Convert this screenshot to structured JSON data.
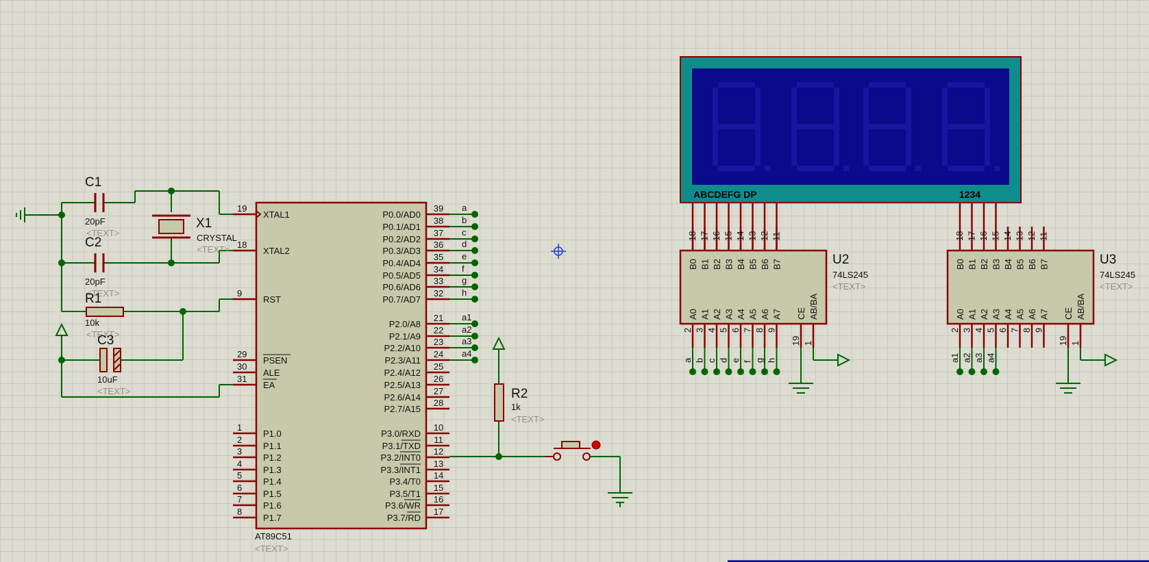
{
  "mcu": {
    "name": "AT89C51",
    "text_placeholder": "<TEXT>",
    "left_pins": [
      {
        "num": "19",
        "name": "XTAL1"
      },
      {
        "num": "18",
        "name": "XTAL2"
      },
      {
        "num": "9",
        "name": "RST"
      },
      {
        "num": "29",
        "name": "PSEN"
      },
      {
        "num": "30",
        "name": "ALE"
      },
      {
        "num": "31",
        "name": "EA"
      },
      {
        "num": "1",
        "name": "P1.0"
      },
      {
        "num": "2",
        "name": "P1.1"
      },
      {
        "num": "3",
        "name": "P1.2"
      },
      {
        "num": "4",
        "name": "P1.3"
      },
      {
        "num": "5",
        "name": "P1.4"
      },
      {
        "num": "6",
        "name": "P1.5"
      },
      {
        "num": "7",
        "name": "P1.6"
      },
      {
        "num": "8",
        "name": "P1.7"
      }
    ],
    "right_pins": [
      {
        "num": "39",
        "name": "P0.0/AD0",
        "net": "a"
      },
      {
        "num": "38",
        "name": "P0.1/AD1",
        "net": "b"
      },
      {
        "num": "37",
        "name": "P0.2/AD2",
        "net": "c"
      },
      {
        "num": "36",
        "name": "P0.3/AD3",
        "net": "d"
      },
      {
        "num": "35",
        "name": "P0.4/AD4",
        "net": "e"
      },
      {
        "num": "34",
        "name": "P0.5/AD5",
        "net": "f"
      },
      {
        "num": "33",
        "name": "P0.6/AD6",
        "net": "g"
      },
      {
        "num": "32",
        "name": "P0.7/AD7",
        "net": "h"
      },
      {
        "num": "21",
        "name": "P2.0/A8",
        "net": "a1"
      },
      {
        "num": "22",
        "name": "P2.1/A9",
        "net": "a2"
      },
      {
        "num": "23",
        "name": "P2.2/A10",
        "net": "a3"
      },
      {
        "num": "24",
        "name": "P2.3/A11",
        "net": "a4"
      },
      {
        "num": "25",
        "name": "P2.4/A12",
        "net": ""
      },
      {
        "num": "26",
        "name": "P2.5/A13",
        "net": ""
      },
      {
        "num": "27",
        "name": "P2.6/A14",
        "net": ""
      },
      {
        "num": "28",
        "name": "P2.7/A15",
        "net": ""
      },
      {
        "num": "10",
        "name": "P3.0/RXD",
        "net": ""
      },
      {
        "num": "11",
        "name": "P3.1/TXD",
        "net": ""
      },
      {
        "num": "12",
        "name": "P3.2/INT0",
        "net": ""
      },
      {
        "num": "13",
        "name": "P3.3/INT1",
        "net": ""
      },
      {
        "num": "14",
        "name": "P3.4/T0",
        "net": ""
      },
      {
        "num": "15",
        "name": "P3.5/T1",
        "net": ""
      },
      {
        "num": "16",
        "name": "P3.6/WR",
        "net": ""
      },
      {
        "num": "17",
        "name": "P3.7/RD",
        "net": ""
      }
    ]
  },
  "components": {
    "c1": {
      "ref": "C1",
      "value": "20pF",
      "text": "<TEXT>"
    },
    "c2": {
      "ref": "C2",
      "value": "20pF",
      "text": "<TEXT>"
    },
    "x1": {
      "ref": "X1",
      "value": "CRYSTAL",
      "text": "<TEXT>"
    },
    "r1": {
      "ref": "R1",
      "value": "10k",
      "text": "<TEXT>"
    },
    "c3": {
      "ref": "C3",
      "value": "10uF",
      "text": "<TEXT>"
    },
    "r2": {
      "ref": "R2",
      "value": "1k",
      "text": "<TEXT>"
    }
  },
  "buffers": [
    {
      "ref": "U2",
      "value": "74LS245",
      "text": "<TEXT>",
      "top_pins": [
        {
          "num": "18",
          "name": "B0"
        },
        {
          "num": "17",
          "name": "B1"
        },
        {
          "num": "16",
          "name": "B2"
        },
        {
          "num": "15",
          "name": "B3"
        },
        {
          "num": "14",
          "name": "B4"
        },
        {
          "num": "13",
          "name": "B5"
        },
        {
          "num": "12",
          "name": "B6"
        },
        {
          "num": "11",
          "name": "B7"
        }
      ],
      "bottom_pins": [
        {
          "num": "2",
          "name": "A0",
          "net": "a"
        },
        {
          "num": "3",
          "name": "A1",
          "net": "b"
        },
        {
          "num": "4",
          "name": "A2",
          "net": "c"
        },
        {
          "num": "5",
          "name": "A3",
          "net": "d"
        },
        {
          "num": "6",
          "name": "A4",
          "net": "e"
        },
        {
          "num": "7",
          "name": "A5",
          "net": "f"
        },
        {
          "num": "8",
          "name": "A6",
          "net": "g"
        },
        {
          "num": "9",
          "name": "A7",
          "net": "h"
        }
      ],
      "ctrl_pins": [
        {
          "num": "19",
          "name": "CE"
        },
        {
          "num": "1",
          "name": "AB/BA"
        }
      ]
    },
    {
      "ref": "U3",
      "value": "74LS245",
      "text": "<TEXT>",
      "top_pins": [
        {
          "num": "18",
          "name": "B0"
        },
        {
          "num": "17",
          "name": "B1"
        },
        {
          "num": "16",
          "name": "B2"
        },
        {
          "num": "15",
          "name": "B3"
        },
        {
          "num": "14",
          "name": "B4"
        },
        {
          "num": "13",
          "name": "B5"
        },
        {
          "num": "12",
          "name": "B6"
        },
        {
          "num": "11",
          "name": "B7"
        }
      ],
      "bottom_pins": [
        {
          "num": "2",
          "name": "A0",
          "net": "a1"
        },
        {
          "num": "3",
          "name": "A1",
          "net": "a2"
        },
        {
          "num": "4",
          "name": "A2",
          "net": "a3"
        },
        {
          "num": "5",
          "name": "A3",
          "net": "a4"
        },
        {
          "num": "6",
          "name": "A4",
          "net": ""
        },
        {
          "num": "7",
          "name": "A5",
          "net": ""
        },
        {
          "num": "8",
          "name": "A6",
          "net": ""
        },
        {
          "num": "9",
          "name": "A7",
          "net": ""
        }
      ],
      "ctrl_pins": [
        {
          "num": "19",
          "name": "CE"
        },
        {
          "num": "1",
          "name": "AB/BA"
        }
      ]
    }
  ],
  "display": {
    "segment_label": "ABCDEFG DP",
    "digit_label": "1234"
  },
  "colors": {
    "wire": "#006400",
    "body_stroke": "#8b0000",
    "body_fill": "#c8c8aa",
    "display_frame": "#0f8c8c",
    "display_screen": "#0a0a8a"
  }
}
